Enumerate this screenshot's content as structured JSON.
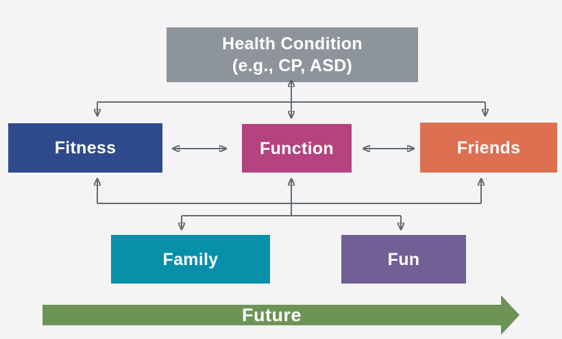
{
  "background": "#f4f4f5",
  "connectors": {
    "color": "#5f6a73"
  },
  "nodes": {
    "health": {
      "line1": "Health Condition",
      "line2": "(e.g., CP, ASD)",
      "color": "#8e949c",
      "text_color": "#ffffff"
    },
    "fitness": {
      "label": "Fitness",
      "color": "#2e4a8c",
      "text_color": "#ffffff"
    },
    "function": {
      "label": "Function",
      "color": "#b4437f",
      "text_color": "#ffffff"
    },
    "friends": {
      "label": "Friends",
      "color": "#de7052",
      "text_color": "#ffffff"
    },
    "family": {
      "label": "Family",
      "color": "#0890aa",
      "text_color": "#ffffff"
    },
    "fun": {
      "label": "Fun",
      "color": "#716095",
      "text_color": "#ffffff"
    }
  },
  "future": {
    "label": "Future",
    "color": "#6e9356",
    "text_color": "#ffffff"
  }
}
